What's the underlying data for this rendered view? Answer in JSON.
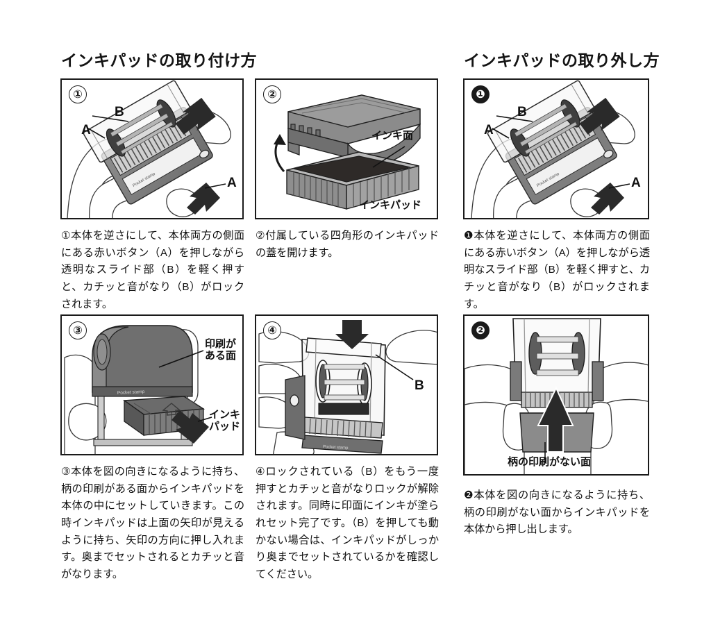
{
  "document": {
    "language": "ja",
    "background_color": "#ffffff",
    "ink_color": "#111111"
  },
  "sections": {
    "install": {
      "title": "インキパッドの取り付け方"
    },
    "remove": {
      "title": "インキパッドの取り外し方"
    }
  },
  "panels": {
    "p1": {
      "badge": "①",
      "labels": {
        "b": "B",
        "a_left": "A",
        "a_right": "A"
      }
    },
    "p2": {
      "badge": "②",
      "labels": {
        "ink_surface": "インキ面",
        "ink_pad": "インキパッド"
      }
    },
    "p3": {
      "badge": "③",
      "labels": {
        "printed_face": "印刷が\nある面",
        "ink_pad": "インキ\nパッド"
      }
    },
    "p4": {
      "badge": "④",
      "labels": {
        "b": "B"
      }
    },
    "r1": {
      "badge": "❶",
      "labels": {
        "b": "B",
        "a_left": "A",
        "a_right": "A"
      }
    },
    "r2": {
      "badge": "❷",
      "labels": {
        "unprinted_face": "柄の印刷がない面"
      }
    }
  },
  "captions": {
    "c1": "①本体を逆さにして、本体両方の側面にある赤いボタン（A）を押しながら透明なスライド部（B）を軽く押すと、カチッと音がなり（B）がロックされます。",
    "c2": "②付属している四角形のインキパッドの蓋を開けます。",
    "c3": "③本体を図の向きになるように持ち、柄の印刷がある面からインキパッドを本体の中にセットしていきます。この時インキパッドは上面の矢印が見えるように持ち、矢印の方向に押し入れます。奥までセットされるとカチッと音がなります。",
    "c4": "④ロックされている（B）をもう一度押すとカチッと音がなりロックが解除されます。同時に印面にインキが塗られセット完了です。（B）を押しても動かない場合は、インキパッドがしっかり奥までセットされているかを確認してください。",
    "cr1": "❶本体を逆さにして、本体両方の側面にある赤いボタン（A）を押しながら透明なスライド部（B）を軽く押すと、カチッと音がなり（B）がロックされます。",
    "cr2": "❷本体を図の向きになるように持ち、柄の印刷がない面からインキパッドを本体から押し出します。"
  }
}
